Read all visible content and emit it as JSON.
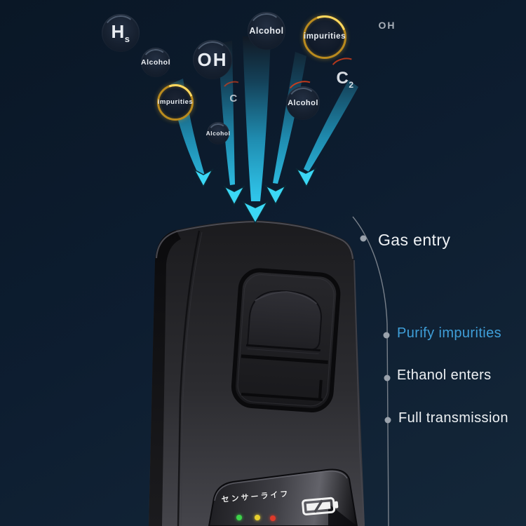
{
  "scene_title": "Breathalyzer gas-flow diagram",
  "colors": {
    "background_top": "#0a1726",
    "background_bottom": "#142739",
    "arrow_cyan": "#35d0f2",
    "gold_ring": "#c9941f",
    "label_blue": "#3f9fd9",
    "label_white": "#eef1f4",
    "device_black": "#2a2a2e"
  },
  "bubbles": [
    {
      "label": "H",
      "sub": "s"
    },
    {
      "label": "Alcohol",
      "sub": ""
    },
    {
      "label": "OH",
      "sub": ""
    },
    {
      "label": "Alcohol",
      "sub": ""
    },
    {
      "label": "impurities",
      "sub": ""
    },
    {
      "label": "OH",
      "sub": ""
    },
    {
      "label": "impurities",
      "sub": ""
    },
    {
      "label": "C",
      "sub": ""
    },
    {
      "label": "Alcohol",
      "sub": ""
    },
    {
      "label": "C",
      "sub": "2"
    },
    {
      "label": "Alcohol",
      "sub": ""
    }
  ],
  "callouts": {
    "gas_entry": "Gas entry",
    "purify_impurities": "Purify impurities",
    "ethanol_enters": "Ethanol enters",
    "full_transmission": "Full transmission"
  },
  "device": {
    "display_text": "センサーライフ",
    "leds": [
      {
        "name": "green-led",
        "color": "#3ed44a"
      },
      {
        "name": "yellow-led",
        "color": "#e6cf2e"
      },
      {
        "name": "red-led",
        "color": "#de3a2a"
      }
    ],
    "battery_icon": "battery-icon",
    "arrow_icon": "down-arrow-icon"
  }
}
